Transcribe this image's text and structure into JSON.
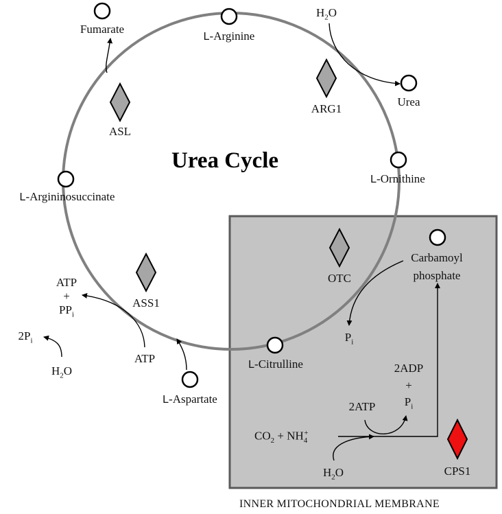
{
  "title": "Urea Cycle",
  "membrane_label": "INNER MITOCHONDRIAL MEMBRANE",
  "colors": {
    "cycle": "#808080",
    "matrix_fill": "#c4c4c4",
    "matrix_border": "#5a5a5a",
    "enzyme_fill": "#a6a6a6",
    "cps1_fill": "#ee1111",
    "metabolite_fill": "#ffffff"
  },
  "metabolites": {
    "fumarate": "Fumarate",
    "arginine_prefix": "L",
    "arginine": "-Arginine",
    "urea": "Urea",
    "ornithine_prefix": "L",
    "ornithine": "-Ornithine",
    "argininosuccinate_prefix": "L",
    "argininosuccinate": "-Argininosuccinate",
    "carbamoyl_line1": "Carbamoyl",
    "carbamoyl_line2": "phosphate",
    "citrulline_prefix": "L",
    "citrulline": "-Citrulline",
    "aspartate_prefix": "L",
    "aspartate": "-Aspartate"
  },
  "enzymes": {
    "asl": "ASL",
    "arg1": "ARG1",
    "otc": "OTC",
    "ass1": "ASS1",
    "cps1": "CPS1"
  },
  "cofactors": {
    "h2o_top_main": "H",
    "h2o_top_sub": "2",
    "h2o_top_end": "O",
    "atp_top": "ATP",
    "plus_1": "+",
    "pp_main": "PP",
    "pp_sub": "i",
    "twop_main": "2P",
    "twop_sub": "i",
    "h2o_left_main": "H",
    "h2o_left_sub": "2",
    "h2o_left_end": "O",
    "atp_mid": "ATP",
    "pi_main": "P",
    "pi_sub": "i",
    "twoadp": "2ADP",
    "plus_2": "+",
    "pi2_main": "P",
    "pi2_sub": "i",
    "twoatp": "2ATP",
    "co2_main": "CO",
    "co2_sub": "2",
    "co2_plus": " + NH",
    "nh4_sub": "4",
    "nh4_sup": "+",
    "h2o_bottom_main": "H",
    "h2o_bottom_sub": "2",
    "h2o_bottom_end": "O"
  }
}
